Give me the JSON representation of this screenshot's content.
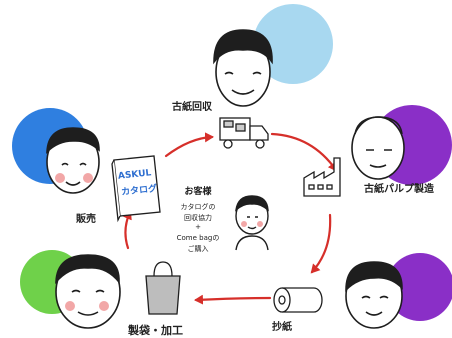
{
  "colors": {
    "arrow": "#d62f2a",
    "circle_top": "#a8d8f0",
    "circle_topleft": "#2f7fe0",
    "circle_right": "#8a2fc7",
    "circle_bottomleft": "#6fd14a",
    "circle_bottomright": "#8a2fc7",
    "ink": "#1e1e1e",
    "cheek": "#f2a7a7"
  },
  "stages": {
    "collection": "古紙回収",
    "pulp": "古紙パルプ製造",
    "papermaking": "抄紙",
    "bag_processing": "製袋・加工",
    "sales": "販売"
  },
  "center": {
    "title": "お客様",
    "line1": "カタログの",
    "line2": "回収協力",
    "plus": "+",
    "line3": "Come bagの",
    "line4": "ご購入"
  },
  "catalog": {
    "brand": "ASKUL",
    "text": "カタログ"
  },
  "icons": [
    "recycle-truck-icon",
    "factory-icon",
    "paper-roll-icon",
    "shopping-bag-icon",
    "catalog-book-icon"
  ]
}
